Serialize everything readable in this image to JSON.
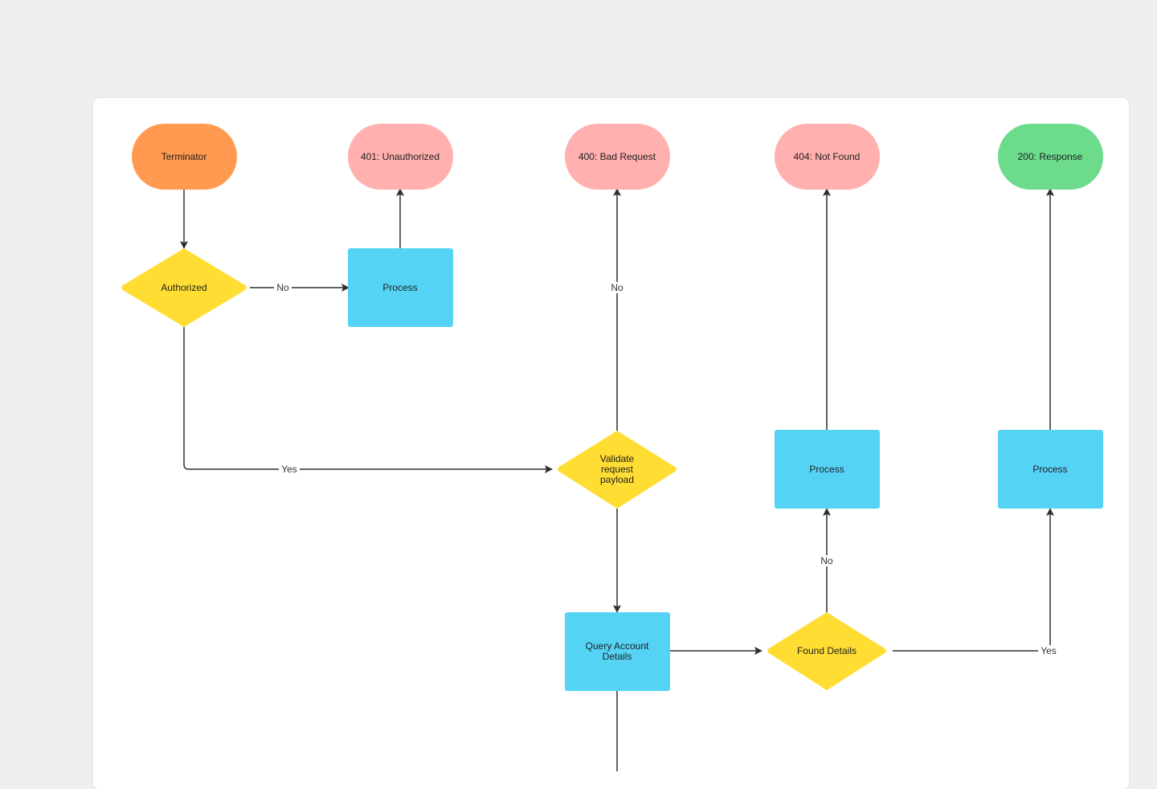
{
  "colors": {
    "terminator_start": "#FF9A50",
    "terminator_error": "#FFB0AF",
    "terminator_success": "#6CDB8B",
    "process": "#55D3F5",
    "decision": "#FFDD33",
    "edge": "#2F2F2F"
  },
  "nodes": {
    "terminator": {
      "label": "Terminator",
      "shape": "terminator"
    },
    "unauthorized_401": {
      "label": "401: Unauthorized",
      "shape": "terminator"
    },
    "bad_request_400": {
      "label": "400: Bad Request",
      "shape": "terminator"
    },
    "not_found_404": {
      "label": "404: Not Found",
      "shape": "terminator"
    },
    "response_200": {
      "label": "200: Response",
      "shape": "terminator"
    },
    "authorized": {
      "label": "Authorized",
      "shape": "decision"
    },
    "process_401": {
      "label": "Process",
      "shape": "process"
    },
    "validate_payload": {
      "label_lines": [
        "Validate",
        "request",
        "payload"
      ],
      "shape": "decision"
    },
    "process_404": {
      "label": "Process",
      "shape": "process"
    },
    "process_200": {
      "label": "Process",
      "shape": "process"
    },
    "query_account": {
      "label_lines": [
        "Query Account",
        "Details"
      ],
      "shape": "process"
    },
    "found_details": {
      "label": "Found Details",
      "shape": "decision"
    }
  },
  "edges": {
    "authorized_no": {
      "label": "No"
    },
    "authorized_yes": {
      "label": "Yes"
    },
    "validate_no": {
      "label": "No"
    },
    "found_no": {
      "label": "No"
    },
    "found_yes": {
      "label": "Yes"
    }
  }
}
